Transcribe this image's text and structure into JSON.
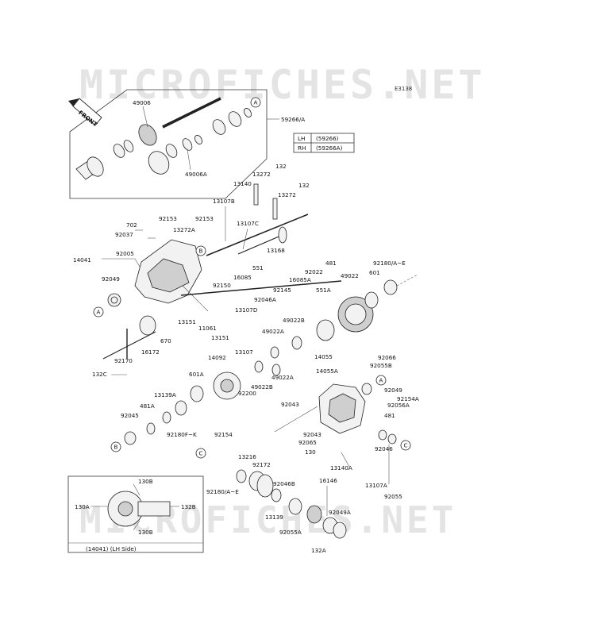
{
  "watermark": "MICROFICHES.NET",
  "diagram_code": "E3138",
  "front_label": "FRONT",
  "side_table": {
    "rows": [
      {
        "side": "LH",
        "part": "(59266)"
      },
      {
        "side": "RH",
        "part": "(59266A)"
      }
    ]
  },
  "inset_caption": "(14041) (LH Side)",
  "callouts": [
    "A",
    "B",
    "C"
  ],
  "labels": {
    "l49006": "49006",
    "l59266a": "59266/A",
    "l49006a": "49006A",
    "l132a": "132",
    "l13272a": "13272",
    "l13140": "13140",
    "l13272b": "13272",
    "l132b": "132",
    "l13107b": "13107B",
    "l702": "702",
    "l92153a": "92153",
    "l92153b": "92153",
    "l92037": "92037",
    "l13272A": "13272A",
    "l13107c": "13107C",
    "l14041": "14041",
    "l92005": "92005",
    "l13168": "13168",
    "l481a": "481",
    "l92180ae1": "92180/A~E",
    "l551": "551",
    "l92022": "92022",
    "l16085": "16085",
    "l16085a": "16085A",
    "l49022": "49022",
    "l601": "601",
    "l92049a": "92049",
    "l92150": "92150",
    "l92145": "92145",
    "l92046a": "92046A",
    "l13107d": "13107D",
    "l551a": "551A",
    "l13151a": "13151",
    "l11061": "11061",
    "l13151b": "13151",
    "l670": "670",
    "l16172": "16172",
    "l49022b1": "49022B",
    "l49022a1": "49022A",
    "l14055": "14055",
    "l92170": "92170",
    "l132c": "132C",
    "l13107": "13107",
    "l14092": "14092",
    "l49022b2": "49022B",
    "l49022a2": "49022A",
    "l92066": "92066",
    "l92055b": "92055B",
    "l14055a": "14055A",
    "l601a": "601A",
    "l92200": "92200",
    "l13139a": "13139A",
    "l481A": "481A",
    "l92045": "92045",
    "l92180fk": "92180F~K",
    "l92154": "92154",
    "l92043a": "92043",
    "l92049b": "92049",
    "l92154a": "92154A",
    "l92056a": "92056A",
    "l481b": "481",
    "l92043b": "92043",
    "l92065": "92065",
    "l130": "130",
    "l13140a": "13140A",
    "l92046": "92046",
    "l13107a": "13107A",
    "l92055": "92055",
    "l13216": "13216",
    "l92172": "92172",
    "l92180ae2": "92180/A~E",
    "l92046b": "92046B",
    "l16146": "16146",
    "l13139": "13139",
    "l92049A": "92049A",
    "l92055a": "92055A",
    "l132A": "132A",
    "l130b1": "130B",
    "l130a": "130A",
    "l132B": "132B",
    "l130b2": "130B"
  }
}
